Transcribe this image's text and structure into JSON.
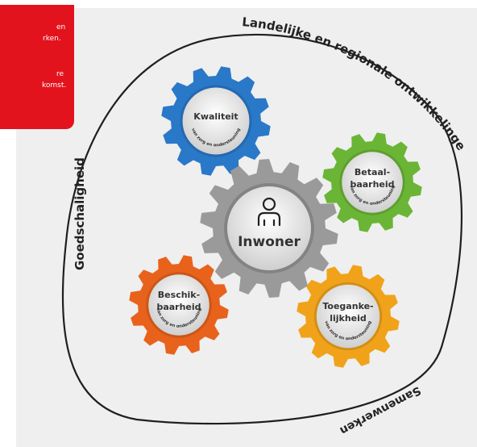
{
  "red_box": {
    "lines": [
      "en",
      "rken.",
      "",
      "re",
      "komst."
    ],
    "color": "#e3131d"
  },
  "outer_labels": {
    "top_arc": "Landelijke en regionale ontwikkelingen",
    "left": "Goedschaligheid",
    "bottom_arc": "Samenwerken"
  },
  "center": {
    "label": "Inwoner",
    "icon": "person-icon",
    "color": "#9a9a9a"
  },
  "gears": [
    {
      "id": "kwaliteit",
      "lines": [
        "Kwaliteit"
      ],
      "sub": "van zorg en ondersteuning",
      "color": "#2a78c8"
    },
    {
      "id": "betaalbaarheid",
      "lines": [
        "Betaal-",
        "baarheid"
      ],
      "sub": "van zorg en ondersteuning",
      "color": "#6bb536"
    },
    {
      "id": "beschikbaarheid",
      "lines": [
        "Beschik-",
        "baarheid"
      ],
      "sub": "van zorg en ondersteuning",
      "color": "#e8621c"
    },
    {
      "id": "toegankelijkheid",
      "lines": [
        "Toeganke-",
        "lijkheid"
      ],
      "sub": "van zorg en ondersteuning",
      "color": "#f0a31a"
    }
  ]
}
